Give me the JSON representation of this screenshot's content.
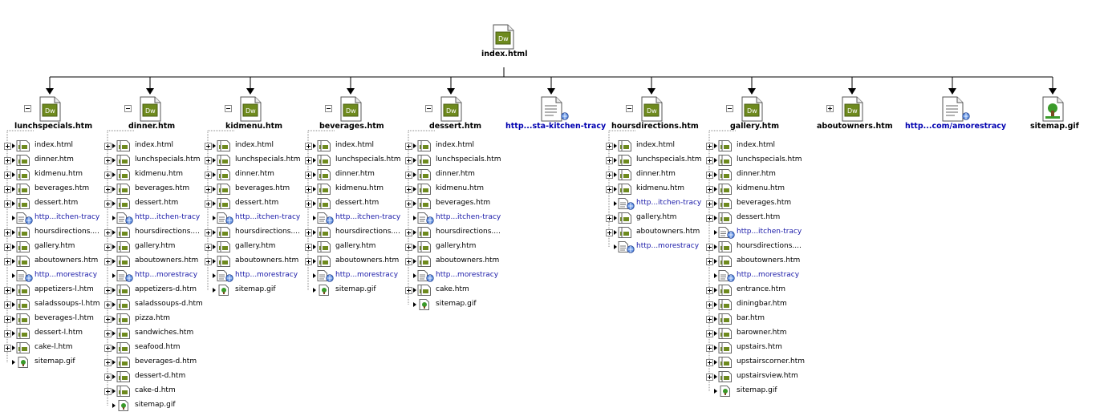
{
  "root": {
    "label": "index.html",
    "icon": "dreamweaver-page-icon"
  },
  "columns": [
    {
      "label": "lunchspecials.htm",
      "type": "page",
      "expanded": true,
      "children": [
        {
          "t": "index.html",
          "k": "page"
        },
        {
          "t": "dinner.htm",
          "k": "page"
        },
        {
          "t": "kidmenu.htm",
          "k": "page"
        },
        {
          "t": "beverages.htm",
          "k": "page"
        },
        {
          "t": "dessert.htm",
          "k": "page"
        },
        {
          "t": "http...itchen-tracy",
          "k": "url"
        },
        {
          "t": "hoursdirections....",
          "k": "page"
        },
        {
          "t": "gallery.htm",
          "k": "page"
        },
        {
          "t": "aboutowners.htm",
          "k": "page"
        },
        {
          "t": "http...morestracy",
          "k": "url"
        },
        {
          "t": "appetizers-l.htm",
          "k": "page"
        },
        {
          "t": "saladssoups-l.htm",
          "k": "page"
        },
        {
          "t": "beverages-l.htm",
          "k": "page"
        },
        {
          "t": "dessert-l.htm",
          "k": "page"
        },
        {
          "t": "cake-l.htm",
          "k": "page"
        },
        {
          "t": "sitemap.gif",
          "k": "gif"
        }
      ]
    },
    {
      "label": "dinner.htm",
      "type": "page",
      "expanded": true,
      "children": [
        {
          "t": "index.html",
          "k": "page"
        },
        {
          "t": "lunchspecials.htm",
          "k": "page"
        },
        {
          "t": "kidmenu.htm",
          "k": "page"
        },
        {
          "t": "beverages.htm",
          "k": "page"
        },
        {
          "t": "dessert.htm",
          "k": "page"
        },
        {
          "t": "http...itchen-tracy",
          "k": "url"
        },
        {
          "t": "hoursdirections....",
          "k": "page"
        },
        {
          "t": "gallery.htm",
          "k": "page"
        },
        {
          "t": "aboutowners.htm",
          "k": "page"
        },
        {
          "t": "http...morestracy",
          "k": "url"
        },
        {
          "t": "appetizers-d.htm",
          "k": "page"
        },
        {
          "t": "saladssoups-d.htm",
          "k": "page"
        },
        {
          "t": "pizza.htm",
          "k": "page"
        },
        {
          "t": "sandwiches.htm",
          "k": "page"
        },
        {
          "t": "seafood.htm",
          "k": "page"
        },
        {
          "t": "beverages-d.htm",
          "k": "page"
        },
        {
          "t": "dessert-d.htm",
          "k": "page"
        },
        {
          "t": "cake-d.htm",
          "k": "page"
        },
        {
          "t": "sitemap.gif",
          "k": "gif"
        }
      ]
    },
    {
      "label": "kidmenu.htm",
      "type": "page",
      "expanded": true,
      "children": [
        {
          "t": "index.html",
          "k": "page"
        },
        {
          "t": "lunchspecials.htm",
          "k": "page"
        },
        {
          "t": "dinner.htm",
          "k": "page"
        },
        {
          "t": "beverages.htm",
          "k": "page"
        },
        {
          "t": "dessert.htm",
          "k": "page"
        },
        {
          "t": "http...itchen-tracy",
          "k": "url"
        },
        {
          "t": "hoursdirections....",
          "k": "page"
        },
        {
          "t": "gallery.htm",
          "k": "page"
        },
        {
          "t": "aboutowners.htm",
          "k": "page"
        },
        {
          "t": "http...morestracy",
          "k": "url"
        },
        {
          "t": "sitemap.gif",
          "k": "gif"
        }
      ]
    },
    {
      "label": "beverages.htm",
      "type": "page",
      "expanded": true,
      "children": [
        {
          "t": "index.html",
          "k": "page"
        },
        {
          "t": "lunchspecials.htm",
          "k": "page"
        },
        {
          "t": "dinner.htm",
          "k": "page"
        },
        {
          "t": "kidmenu.htm",
          "k": "page"
        },
        {
          "t": "dessert.htm",
          "k": "page"
        },
        {
          "t": "http...itchen-tracy",
          "k": "url"
        },
        {
          "t": "hoursdirections....",
          "k": "page"
        },
        {
          "t": "gallery.htm",
          "k": "page"
        },
        {
          "t": "aboutowners.htm",
          "k": "page"
        },
        {
          "t": "http...morestracy",
          "k": "url"
        },
        {
          "t": "sitemap.gif",
          "k": "gif"
        }
      ]
    },
    {
      "label": "dessert.htm",
      "type": "page",
      "expanded": true,
      "children": [
        {
          "t": "index.html",
          "k": "page"
        },
        {
          "t": "lunchspecials.htm",
          "k": "page"
        },
        {
          "t": "dinner.htm",
          "k": "page"
        },
        {
          "t": "kidmenu.htm",
          "k": "page"
        },
        {
          "t": "beverages.htm",
          "k": "page"
        },
        {
          "t": "http...itchen-tracy",
          "k": "url"
        },
        {
          "t": "hoursdirections....",
          "k": "page"
        },
        {
          "t": "gallery.htm",
          "k": "page"
        },
        {
          "t": "aboutowners.htm",
          "k": "page"
        },
        {
          "t": "http...morestracy",
          "k": "url"
        },
        {
          "t": "cake.htm",
          "k": "page"
        },
        {
          "t": "sitemap.gif",
          "k": "gif"
        }
      ]
    },
    {
      "label": "http...sta-kitchen-tracy",
      "type": "url",
      "expanded": null,
      "children": []
    },
    {
      "label": "hoursdirections.htm",
      "type": "page",
      "expanded": true,
      "children": [
        {
          "t": "index.html",
          "k": "page"
        },
        {
          "t": "lunchspecials.htm",
          "k": "page"
        },
        {
          "t": "dinner.htm",
          "k": "page"
        },
        {
          "t": "kidmenu.htm",
          "k": "page"
        },
        {
          "t": "http...itchen-tracy",
          "k": "url"
        },
        {
          "t": "gallery.htm",
          "k": "page"
        },
        {
          "t": "aboutowners.htm",
          "k": "page"
        },
        {
          "t": "http...morestracy",
          "k": "url"
        }
      ]
    },
    {
      "label": "gallery.htm",
      "type": "page",
      "expanded": true,
      "children": [
        {
          "t": "index.html",
          "k": "page"
        },
        {
          "t": "lunchspecials.htm",
          "k": "page"
        },
        {
          "t": "dinner.htm",
          "k": "page"
        },
        {
          "t": "kidmenu.htm",
          "k": "page"
        },
        {
          "t": "beverages.htm",
          "k": "page"
        },
        {
          "t": "dessert.htm",
          "k": "page"
        },
        {
          "t": "http...itchen-tracy",
          "k": "url"
        },
        {
          "t": "hoursdirections....",
          "k": "page"
        },
        {
          "t": "aboutowners.htm",
          "k": "page"
        },
        {
          "t": "http...morestracy",
          "k": "url"
        },
        {
          "t": "entrance.htm",
          "k": "page"
        },
        {
          "t": "diningbar.htm",
          "k": "page"
        },
        {
          "t": "bar.htm",
          "k": "page"
        },
        {
          "t": "barowner.htm",
          "k": "page"
        },
        {
          "t": "upstairs.htm",
          "k": "page"
        },
        {
          "t": "upstairscorner.htm",
          "k": "page"
        },
        {
          "t": "upstairsview.htm",
          "k": "page"
        },
        {
          "t": "sitemap.gif",
          "k": "gif"
        }
      ]
    },
    {
      "label": "aboutowners.htm",
      "type": "page",
      "expanded": false,
      "children": []
    },
    {
      "label": "http...com/amorestracy",
      "type": "url",
      "expanded": null,
      "children": []
    },
    {
      "label": "sitemap.gif",
      "type": "gif",
      "expanded": null,
      "children": []
    }
  ],
  "colors": {
    "url_text": "#0000b0",
    "dw_green": "#6e8a1e",
    "line": "#000000",
    "dotted": "#8a8a8a"
  }
}
